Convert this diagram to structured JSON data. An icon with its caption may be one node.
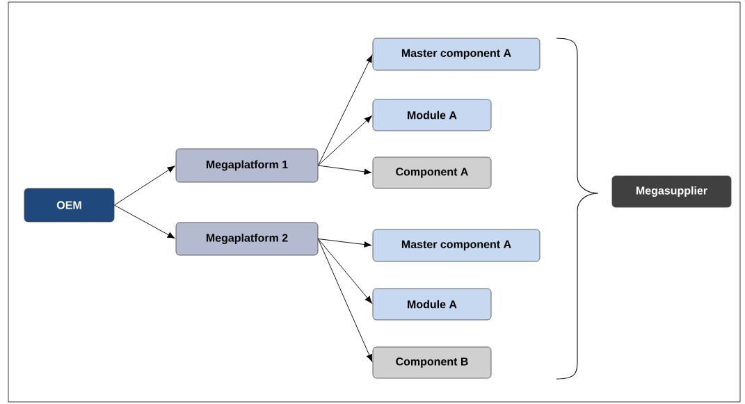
{
  "diagram": {
    "nodes": [
      {
        "text": [
          "OEM"
        ]
      },
      {
        "text": [
          "Megaplatform 1"
        ]
      },
      {
        "text": [
          "Megaplatform 2"
        ]
      },
      {
        "text": [
          "Master component A"
        ]
      },
      {
        "text": [
          "Module A"
        ]
      },
      {
        "text": [
          "Component A"
        ]
      },
      {
        "text": [
          "Master component A"
        ]
      },
      {
        "text": [
          "Module A"
        ]
      },
      {
        "text": [
          "Component B"
        ]
      },
      {
        "text": [
          "Megasupplier"
        ]
      }
    ],
    "edges": [
      {
        "from": 0,
        "to": 1,
        "arrow": "to"
      },
      {
        "from": 0,
        "to": 2,
        "arrow": "to"
      },
      {
        "from": 1,
        "to": 3,
        "arrow": "to"
      },
      {
        "from": 1,
        "to": 4,
        "arrow": "to"
      },
      {
        "from": 1,
        "to": 5,
        "arrow": "to"
      },
      {
        "from": 2,
        "to": 6,
        "arrow": "to"
      },
      {
        "from": 2,
        "to": 7,
        "arrow": "to"
      },
      {
        "from": 2,
        "to": 8,
        "arrow": "to"
      }
    ]
  }
}
